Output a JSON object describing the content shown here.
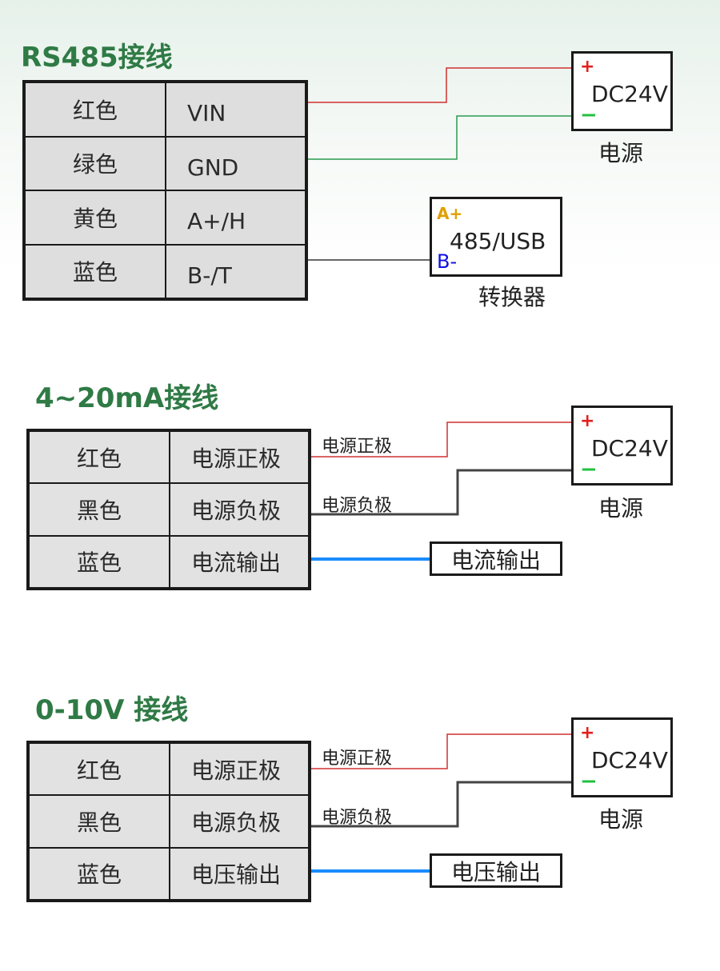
{
  "sections": [
    {
      "title": "RS485接线",
      "rows": [
        [
          "红色",
          "VIN"
        ],
        [
          "绿色",
          "GND"
        ],
        [
          "黄色",
          "A+/H"
        ],
        [
          "蓝色",
          "B-/T"
        ]
      ],
      "psu": {
        "label": "DC24V",
        "plus": "+",
        "minus": "−",
        "caption": "电源"
      },
      "converter": {
        "label": "485/USB",
        "a": "A+",
        "b": "B-",
        "caption": "转换器"
      }
    },
    {
      "title": "4~20mA接线",
      "rows": [
        [
          "红色",
          "电源正极"
        ],
        [
          "黑色",
          "电源负极"
        ],
        [
          "蓝色",
          "电流输出"
        ]
      ],
      "wire_labels": [
        "电源正极",
        "电源负极"
      ],
      "psu": {
        "label": "DC24V",
        "plus": "+",
        "minus": "−",
        "caption": "电源"
      },
      "output": "电流输出"
    },
    {
      "title": "0-10V 接线",
      "rows": [
        [
          "红色",
          "电源正极"
        ],
        [
          "黑色",
          "电源负极"
        ],
        [
          "蓝色",
          "电压输出"
        ]
      ],
      "wire_labels": [
        "电源正极",
        "电源负极"
      ],
      "psu": {
        "label": "DC24V",
        "plus": "+",
        "minus": "−",
        "caption": "电源"
      },
      "output": "电压输出"
    }
  ],
  "colors": {
    "title": "#2f7a45",
    "wire_red": "#d03030",
    "wire_green": "#2a9a50",
    "wire_black": "#333333",
    "wire_blue": "#1a8cff",
    "converter_a": "#e0a000",
    "converter_b": "#1010e0"
  }
}
